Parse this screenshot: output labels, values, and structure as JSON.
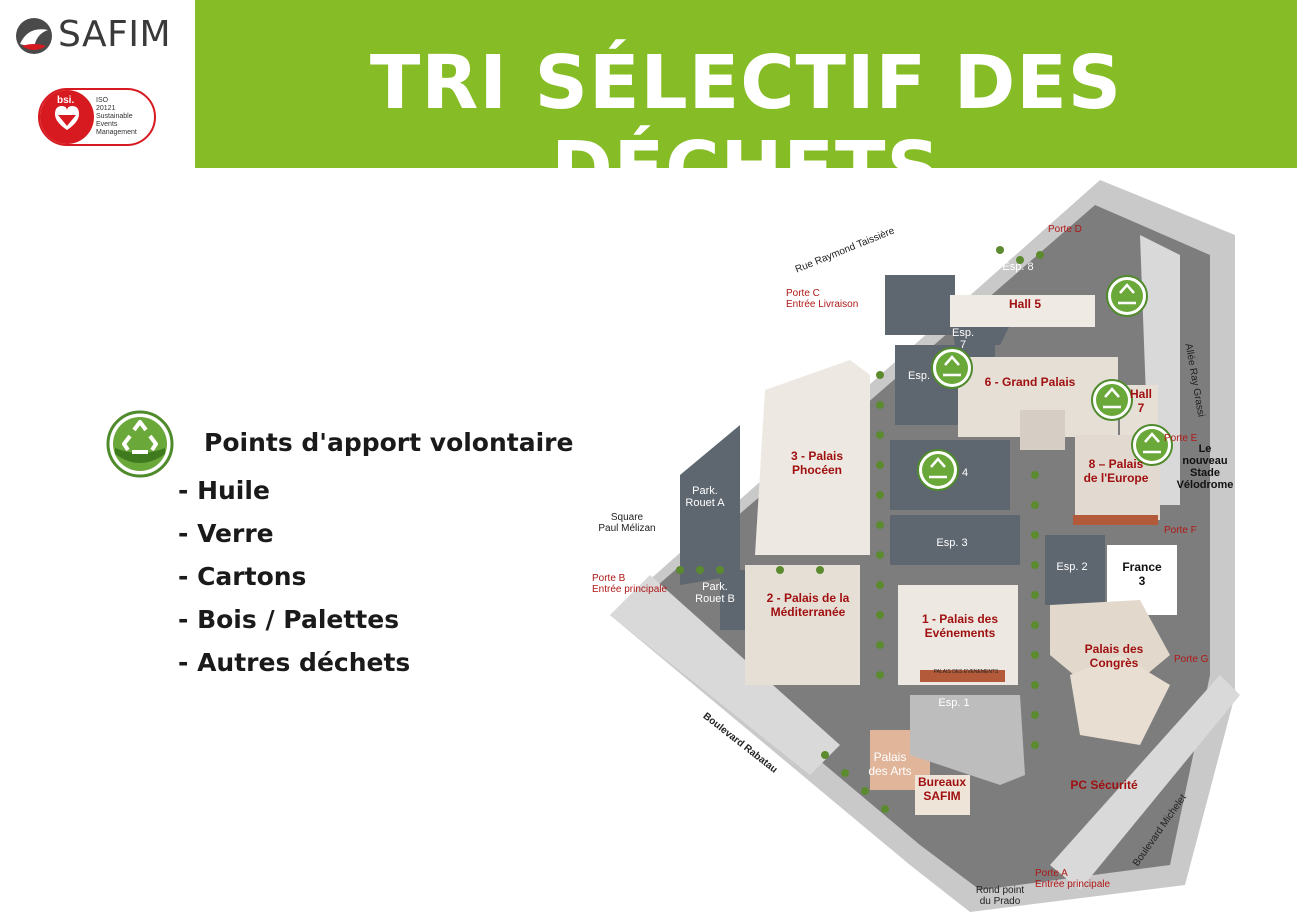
{
  "header": {
    "brand": "SAFIM",
    "title": "TRI SÉLECTIF DES DÉCHETS",
    "badge": {
      "brand": "bsi.",
      "lines": [
        "ISO",
        "20121",
        "Sustainable Events",
        "Management"
      ]
    }
  },
  "legend": {
    "title": "Points d'apport volontaire",
    "items": [
      "- Huile",
      "- Verre",
      "- Cartons",
      "- Bois / Palettes",
      "- Autres déchets"
    ]
  },
  "map": {
    "streets": {
      "raymond": "Rue Raymond Taissière",
      "ray_grassi": "Allée Ray Grassi",
      "rabatau": "Boulevard Rabatau",
      "michelet": "Boulevard Michelet",
      "rond_point_1": "Rond point",
      "rond_point_2": "du Prado",
      "square_1": "Square",
      "square_2": "Paul Mélizan"
    },
    "portes": {
      "a_1": "Porte A",
      "a_2": "Entrée principale",
      "b_1": "Porte B",
      "b_2": "Entrée principale",
      "c_1": "Porte C",
      "c_2": "Entrée Livraison",
      "d": "Porte D",
      "e": "Porte E",
      "f": "Porte F",
      "g": "Porte G"
    },
    "buildings": {
      "hall5": "Hall 5",
      "grand_palais": "6 - Grand Palais",
      "hall7_1": "Hall",
      "hall7_2": "7",
      "europe_1": "8 – Palais",
      "europe_2": "de l'Europe",
      "phoceen_1": "3 - Palais",
      "phoceen_2": "Phocéen",
      "medit_1": "2 - Palais de la",
      "medit_2": "Méditerranée",
      "evenements_1": "1 - Palais des",
      "evenements_2": "Evénements",
      "congres_1": "Palais des",
      "congres_2": "Congrès",
      "arts_1": "Palais",
      "arts_2": "des Arts",
      "bureaux_1": "Bureaux",
      "bureaux_2": "SAFIM",
      "pc": "PC Sécurité",
      "france3_1": "France",
      "france3_2": "3",
      "stade_1": "Le",
      "stade_2": "nouveau",
      "stade_3": "Stade",
      "stade_4": "Vélodrome"
    },
    "areas": {
      "esp8_top": "Esp. 8",
      "esp8_left": "Esp. 8",
      "esp7_1": "Esp.",
      "esp7_2": "7",
      "esp6": "Esp.",
      "esp4": "4",
      "esp3": "Esp. 3",
      "esp2": "Esp. 2",
      "esp1": "Esp. 1",
      "park_a_1": "Park.",
      "park_a_2": "Rouet A",
      "park_b_1": "Park.",
      "park_b_2": "Rouet B",
      "palais_evt_sign": "PALAIS DES EVENEMENTS"
    }
  },
  "colors": {
    "banner_green": "#86bc25",
    "recycle_green": "#5a9e2f",
    "map_road": "#9a9a9a",
    "building_red_label": "#a01010"
  },
  "icons": [
    "recycle-icon",
    "safim-logo-icon",
    "bsi-heart-icon"
  ]
}
